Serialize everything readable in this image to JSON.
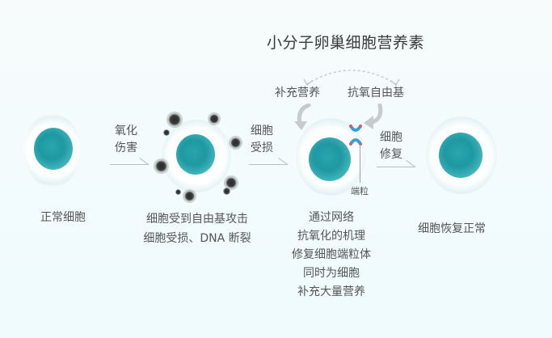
{
  "title": "小分子卵巢细胞营养素",
  "cycle": {
    "left_label": "补充营养",
    "right_label": "抗氧自由基"
  },
  "steps": [
    {
      "id": "normal",
      "caption": "正常细胞"
    },
    {
      "id": "damaged",
      "caption_lines": [
        "细胞受到自由基攻击",
        "细胞受损、DNA 断裂"
      ]
    },
    {
      "id": "repairing",
      "caption_lines": [
        "通过网络",
        "抗氧化的机理",
        "修复细胞端粒体",
        "同时为细胞",
        "补充大量营养"
      ],
      "annotation": "端粒"
    },
    {
      "id": "restored",
      "caption": "细胞恢复正常"
    }
  ],
  "transitions": [
    {
      "lines": [
        "氧化",
        "伤害"
      ]
    },
    {
      "lines": [
        "细胞",
        "受损"
      ]
    },
    {
      "lines": [
        "细胞",
        "修复"
      ]
    }
  ],
  "colors": {
    "nucleus": "#1e98a2",
    "chromosome": "#3a9fd6",
    "telomere": "#e8506a",
    "virus": "#333333",
    "text": "#555555",
    "arrow": "#b8bfc2"
  },
  "icons": {
    "chromosome": "chromosome-icon",
    "virus": "free-radical-virus-icon",
    "curved_arrow": "curved-arrow-icon"
  }
}
